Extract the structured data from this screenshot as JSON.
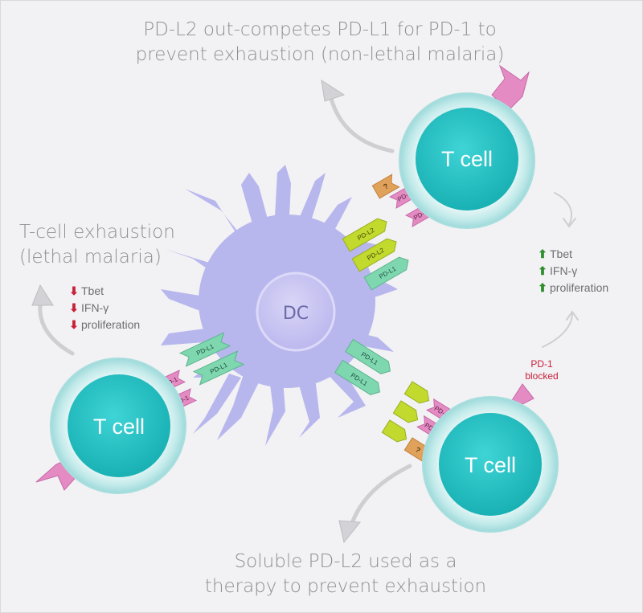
{
  "captions": {
    "top": [
      "PD-L2 out-competes PD-L1 for PD-1 to",
      "prevent exhaustion (non-lethal malaria)"
    ],
    "left": [
      "T-cell exhaustion",
      "(lethal malaria)"
    ],
    "bottom": [
      "Soluble PD-L2 used as a",
      "therapy to prevent exhaustion"
    ]
  },
  "cells": {
    "dc_label": "DC",
    "tcell_label": "T cell"
  },
  "receptors": {
    "pd1": "PD-1",
    "pdl1": "PD-L1",
    "pdl2": "PD-L2",
    "unknown": "?"
  },
  "effects": {
    "down": [
      "Tbet",
      "IFN-γ",
      "proliferation"
    ],
    "up": [
      "Tbet",
      "IFN-γ",
      "proliferation"
    ]
  },
  "notes": {
    "pd1_blocked": [
      "PD-1",
      "blocked"
    ]
  },
  "colors": {
    "dc": "#b7b7ef",
    "dc_nucleus": "#c9c5f2",
    "tcell_nucleus": "#25c1c3",
    "tcell_ring": "#c7ecec",
    "pd1": "#e48bc3",
    "pdl1": "#7fd7b0",
    "pdl2": "#c2d92e",
    "unknown": "#e0a15a",
    "decrease": "#c7213b",
    "increase": "#2f8f2e"
  }
}
